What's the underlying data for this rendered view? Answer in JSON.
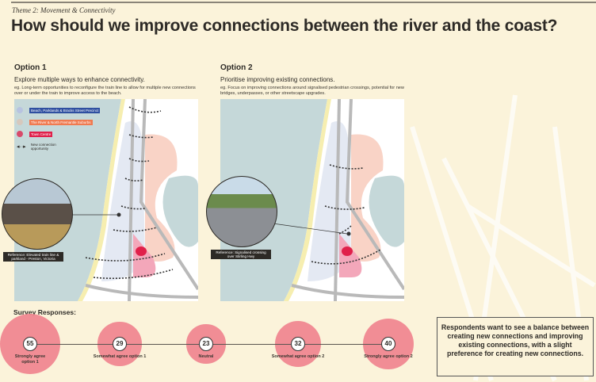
{
  "header": {
    "theme": "Theme 2: Movement & Connectivity",
    "title": "How should we improve connections between the river and the coast?"
  },
  "options": [
    {
      "heading": "Option 1",
      "subtitle": "Explore multiple ways to enhance connectivity.",
      "example": "eg. Long-term opportunities to reconfigure the train line to allow for multiple new connections over or under the train to improve access to the beach.",
      "photo_caption": "Reference: Elevated train line & parkland - Preston, Victoria"
    },
    {
      "heading": "Option 2",
      "subtitle": "Prioritise improving existing connections.",
      "example": "eg. Focus on improving connections around signalised pedestrian crossings, potential for new bridges, underpasses, or other streetscape upgrades.",
      "photo_caption": "Reference: Signalised crossing over Stirling Hwy"
    }
  ],
  "legend": [
    {
      "label": "Beach, Parklands & Bracks Street Precinct",
      "color": "#2f4fa0"
    },
    {
      "label": "The River & North Fremantle Suburbs",
      "color": "#f07a50"
    },
    {
      "label": "Town Centre",
      "color": "#e0204a"
    },
    {
      "label": "New connection opportunity"
    }
  ],
  "survey": {
    "heading": "Survey Responses:",
    "responses": [
      {
        "value": 55,
        "label": "Strongly agree option 1"
      },
      {
        "value": 29,
        "label": "Somewhat agree option 1"
      },
      {
        "value": 23,
        "label": "Neutral"
      },
      {
        "value": 32,
        "label": "Somewhat agree option 2"
      },
      {
        "value": 40,
        "label": "Strongly agree option 2"
      }
    ]
  },
  "summary": "Respondents want to see a balance between creating new connections and improving existing connections, with a slight preference for creating new connections."
}
